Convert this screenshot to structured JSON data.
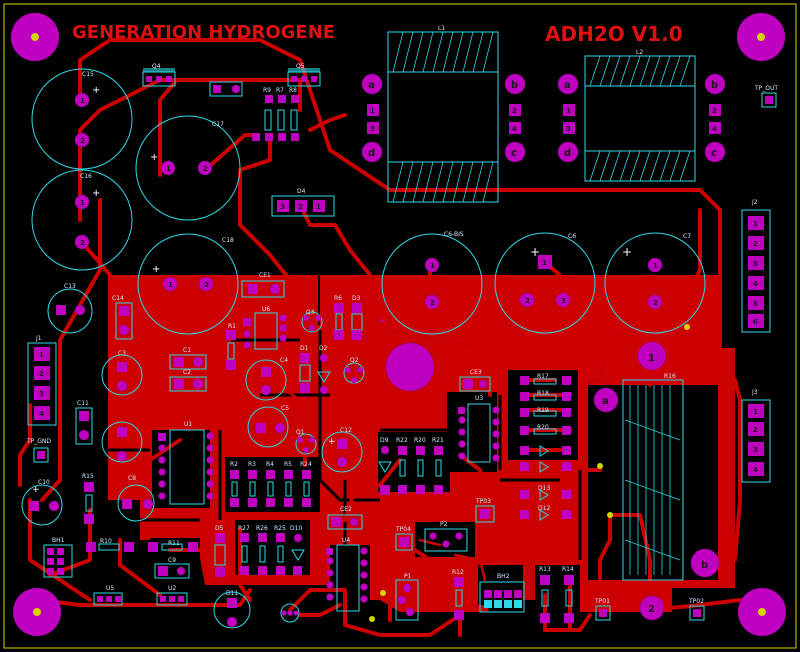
{
  "board": {
    "title": "GENERATION HYDROGENE",
    "version": "ADH2O V1.0"
  },
  "colors": {
    "background": "#000000",
    "copper": "#cc0000",
    "pad": "#c000c0",
    "silkscreen": "#2fd9e6"
  },
  "refs": {
    "l1": "L1",
    "l2": "L2",
    "r16": "R16",
    "c15": "C15",
    "c16": "C16",
    "c17": "C17",
    "c18": "C18",
    "c6bis": "C6-BIS",
    "c6": "C6",
    "c7": "C7",
    "c13": "C13",
    "c14": "C14",
    "ce1": "CE1",
    "ce2": "CE2",
    "ce3": "CE3",
    "c1": "C1",
    "c2": "C2",
    "c3": "C3",
    "c4": "C4",
    "c5": "C5",
    "c8": "C8",
    "c9": "C9",
    "c10": "C10",
    "c11": "C11",
    "c12": "C12",
    "u1": "U1",
    "u2": "U2",
    "u3": "U3",
    "u4": "U4",
    "u5": "U5",
    "u6": "U6",
    "j1": "J1",
    "j2": "J2",
    "j3": "J3",
    "d1": "D1",
    "d2": "D2",
    "d3": "D3",
    "d4": "D4",
    "d5": "D5",
    "d9": "D9",
    "d10": "D10",
    "d11": "D11",
    "d12": "D12",
    "d13": "D13",
    "q1": "Q1",
    "q2": "Q2",
    "q3": "Q3",
    "q4": "Q4",
    "q5": "Q5",
    "r1": "R1",
    "r2": "R2",
    "r3": "R3",
    "r4": "R4",
    "r5": "R5",
    "r6": "R6",
    "r7": "R7",
    "r8": "R8",
    "r9": "R9",
    "r10": "R10",
    "r11": "R11",
    "r12": "R12",
    "r13": "R13",
    "r14": "R14",
    "r15": "R15",
    "r17": "R17",
    "r18": "R18",
    "r19": "R19",
    "r20": "R20",
    "r21": "R21",
    "r22": "R22",
    "r24": "R24",
    "r25": "R25",
    "r26": "R26",
    "r27": "R27",
    "bh1": "BH1",
    "bh2": "BH2",
    "p1": "P1",
    "p2": "P2",
    "tp_gnd": "TP_GND",
    "tp_out": "TP_OUT",
    "tp01": "TP01",
    "tp02": "TP02",
    "tp03": "TP03",
    "tp04": "TP04"
  },
  "pads": {
    "a": "a",
    "b": "b",
    "c": "c",
    "d": "d",
    "n1": "1",
    "n2": "2",
    "n3": "3",
    "n4": "4",
    "n5": "5",
    "n6": "6"
  }
}
